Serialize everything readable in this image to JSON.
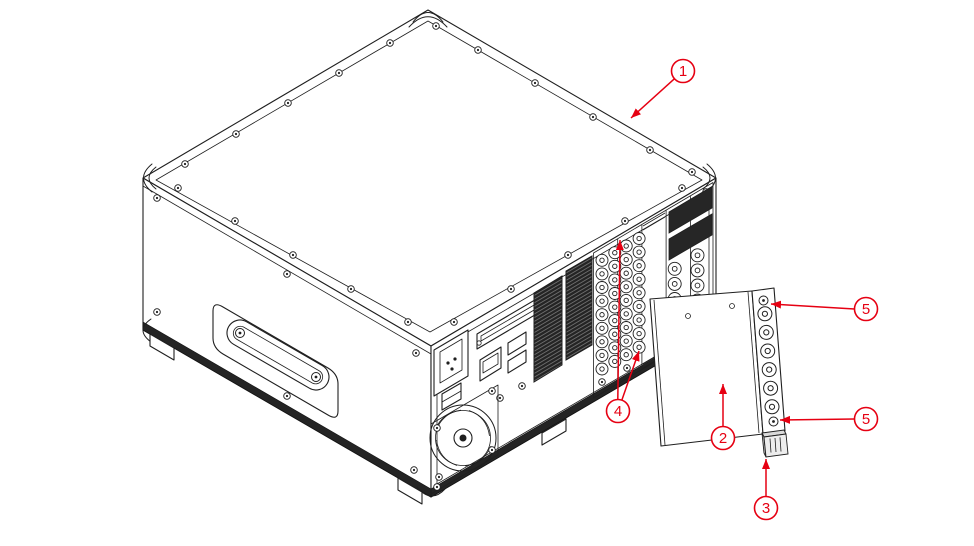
{
  "colors": {
    "accent": "#e60012",
    "line": "#1f1f1f",
    "background": "#ffffff"
  },
  "callouts": [
    {
      "id": "callout-1",
      "label": "1"
    },
    {
      "id": "callout-2",
      "label": "2"
    },
    {
      "id": "callout-3",
      "label": "3"
    },
    {
      "id": "callout-4",
      "label": "4"
    },
    {
      "id": "callout-5-top",
      "label": "5"
    },
    {
      "id": "callout-5-bottom",
      "label": "5"
    }
  ]
}
